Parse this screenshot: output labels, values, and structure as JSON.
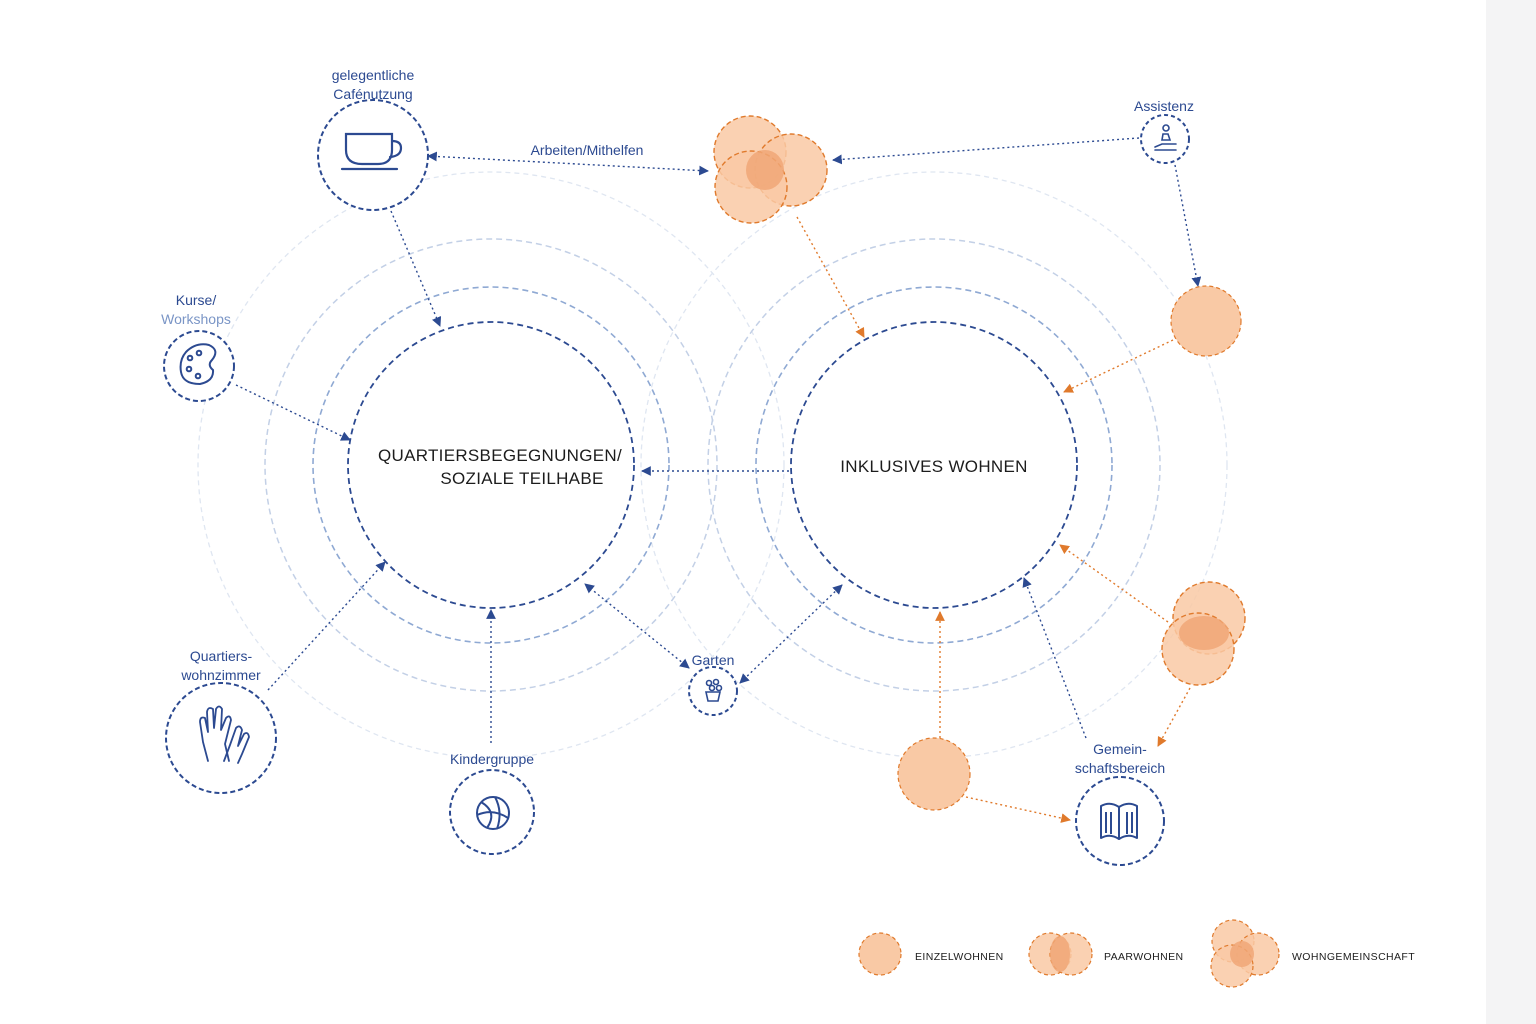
{
  "hubs": {
    "left": {
      "line1": "QUARTIERSBEGEGNUNGEN/",
      "line2": "SOZIALE TEILHABE"
    },
    "right": {
      "line1": "INKLUSIVES WOHNEN"
    }
  },
  "nodes": {
    "cafe": {
      "line1": "gelegentliche",
      "line2": "Cafénutzung",
      "icon": "coffee-cup-icon"
    },
    "kurse": {
      "line1": "Kurse/",
      "line2": "Workshops",
      "icon": "paint-palette-icon"
    },
    "quartier": {
      "line1": "Quartiers-",
      "line2": "wohnzimmer",
      "icon": "high-five-hands-icon"
    },
    "kinder": {
      "line1": "Kindergruppe",
      "icon": "ball-icon"
    },
    "garten": {
      "line1": "Garten",
      "icon": "potted-plant-icon"
    },
    "gemein": {
      "line1": "Gemein-",
      "line2": "schaftsbereich",
      "icon": "open-book-icon"
    },
    "assistenz": {
      "line1": "Assistenz",
      "icon": "helping-hand-icon"
    }
  },
  "edges": {
    "arbeiten": "Arbeiten/Mithelfen"
  },
  "legend": {
    "einzel": "EINZELWOHNEN",
    "paar": "PAARWOHNEN",
    "wg": "WOHNGEMEINSCHAFT"
  },
  "colors": {
    "blue": "#2c4a91",
    "ring_light": "#c3d0e6",
    "ring_mid": "#8fa9d3",
    "orange_stroke": "#e07a2c",
    "orange_fill": "#f9c9a5",
    "orange_overlap": "#f0a777"
  }
}
